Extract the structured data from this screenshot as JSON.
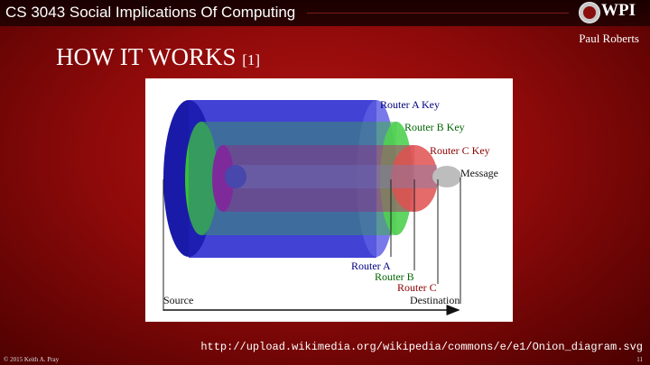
{
  "header": {
    "course_title": "CS 3043 Social Implications Of Computing",
    "logo_text": "WPI"
  },
  "slide": {
    "author": "Paul Roberts",
    "title": "HOW IT WORKS",
    "title_ref": "[1]",
    "source_url": "http://upload.wikimedia.org/wikipedia/commons/e/e1/Onion_diagram.svg",
    "copyright": "© 2015 Keith A. Pray",
    "page_number": "11"
  },
  "diagram": {
    "key_labels": [
      "Router A Key",
      "Router B Key",
      "Router C Key",
      "Message"
    ],
    "router_labels": [
      "Router A",
      "Router B",
      "Router C"
    ],
    "source_label": "Source",
    "destination_label": "Destination",
    "colors": {
      "router_a": "#2020c0",
      "router_b": "#30c030",
      "router_c": "#d04040",
      "message": "#bbbbbb"
    }
  }
}
